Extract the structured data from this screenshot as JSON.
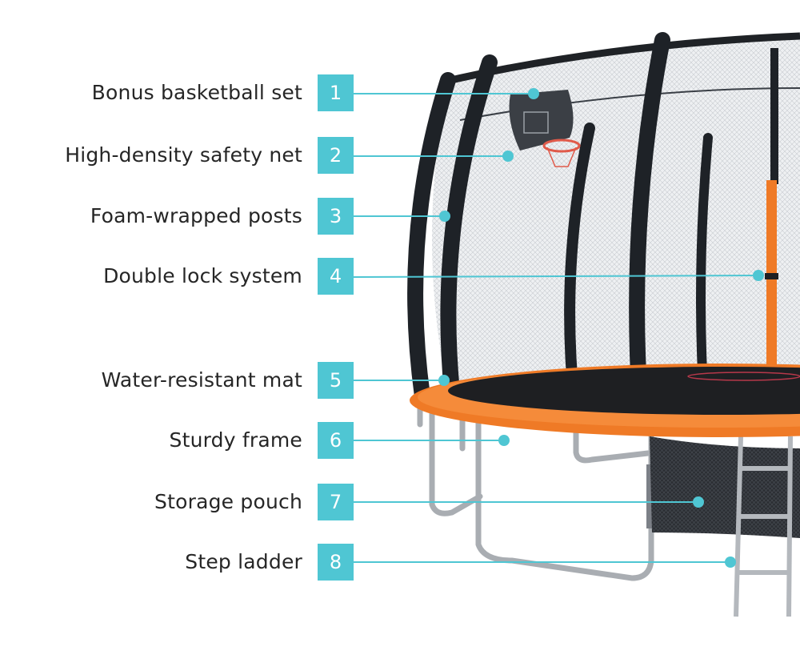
{
  "colors": {
    "accent": "#4fc6d3",
    "frame_orange": "#ef7a26",
    "net_dark": "#2a2f36",
    "mat_black": "#1e1f22",
    "steel": "#a9adb2"
  },
  "callouts": [
    {
      "number": "1",
      "label": "Bonus basketball set"
    },
    {
      "number": "2",
      "label": "High-density safety net"
    },
    {
      "number": "3",
      "label": "Foam-wrapped posts"
    },
    {
      "number": "4",
      "label": "Double lock system"
    },
    {
      "number": "5",
      "label": "Water-resistant mat"
    },
    {
      "number": "6",
      "label": "Sturdy frame"
    },
    {
      "number": "7",
      "label": "Storage pouch"
    },
    {
      "number": "8",
      "label": "Step ladder"
    }
  ]
}
